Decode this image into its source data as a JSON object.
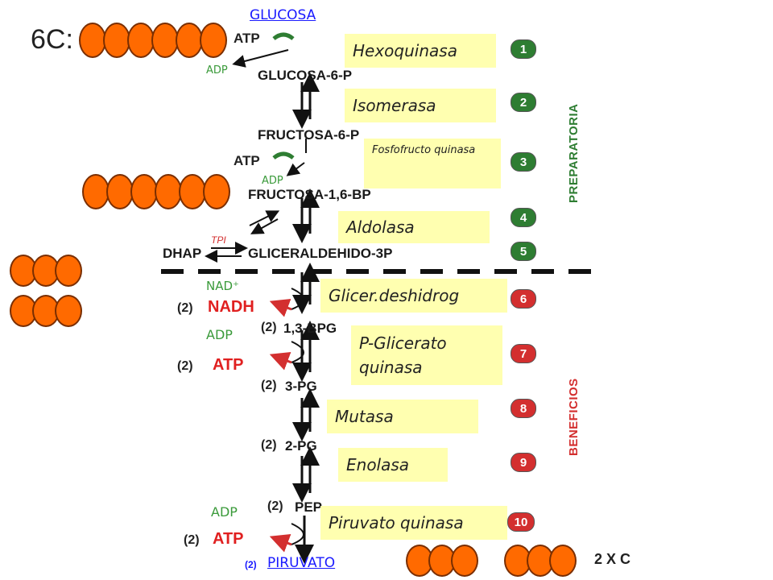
{
  "header": {
    "carbon_label": "6C:",
    "glucose_link": "GLUCOSA",
    "pyruvate_link": "PIRUVATO",
    "two_x_c": "2 X C"
  },
  "metabolites": {
    "g6p": "GLUCOSA-6-P",
    "f6p": "FRUCTOSA-6-P",
    "f16bp": "FRUCTOSA-1,6-BP",
    "dhap": "DHAP",
    "g3p": "GLICERALDEHIDO-3P",
    "tpi": "TPI",
    "bpg": "1,3-BPG",
    "pg3": "3-PG",
    "pg2": "2-PG",
    "pep": "PEP"
  },
  "cofactors": {
    "atp1": "ATP",
    "adp1": "ADP",
    "atp2": "ATP",
    "adp2": "ADP",
    "nad": "NAD⁺",
    "nadh": "NADH",
    "adp3": "ADP",
    "atp3": "ATP",
    "adp4": "ADP",
    "atp4": "ATP"
  },
  "two_labels": {
    "two_nadh": "(2)",
    "two_bpg": "(2)",
    "two_atp1": "(2)",
    "two_pg3": "(2)",
    "two_pg2": "(2)",
    "two_pep": "(2)",
    "two_atp2": "(2)",
    "two_pyr": "(2)"
  },
  "enzymes": [
    "Hexoquinasa",
    "Isomerasa",
    "Fosfofructo quinasa",
    "Aldolasa",
    "Glicer.deshidrog",
    "P-Glicerato quinasa",
    "Mutasa",
    "Enolasa",
    "Piruvato quinasa"
  ],
  "steps": [
    "1",
    "2",
    "3",
    "4",
    "5",
    "6",
    "7",
    "8",
    "9",
    "10"
  ],
  "phases": {
    "preparatory": "PREPARATORIA",
    "benefits": "BENEFICIOS"
  },
  "colors": {
    "carbon": "#ff6a00",
    "enzyme_bg": "#ffffb0",
    "prep_green": "#2e7d32",
    "benefit_red": "#d32f2f",
    "link_blue": "#1a1aff",
    "cofactor_green": "#3a9a3a"
  }
}
